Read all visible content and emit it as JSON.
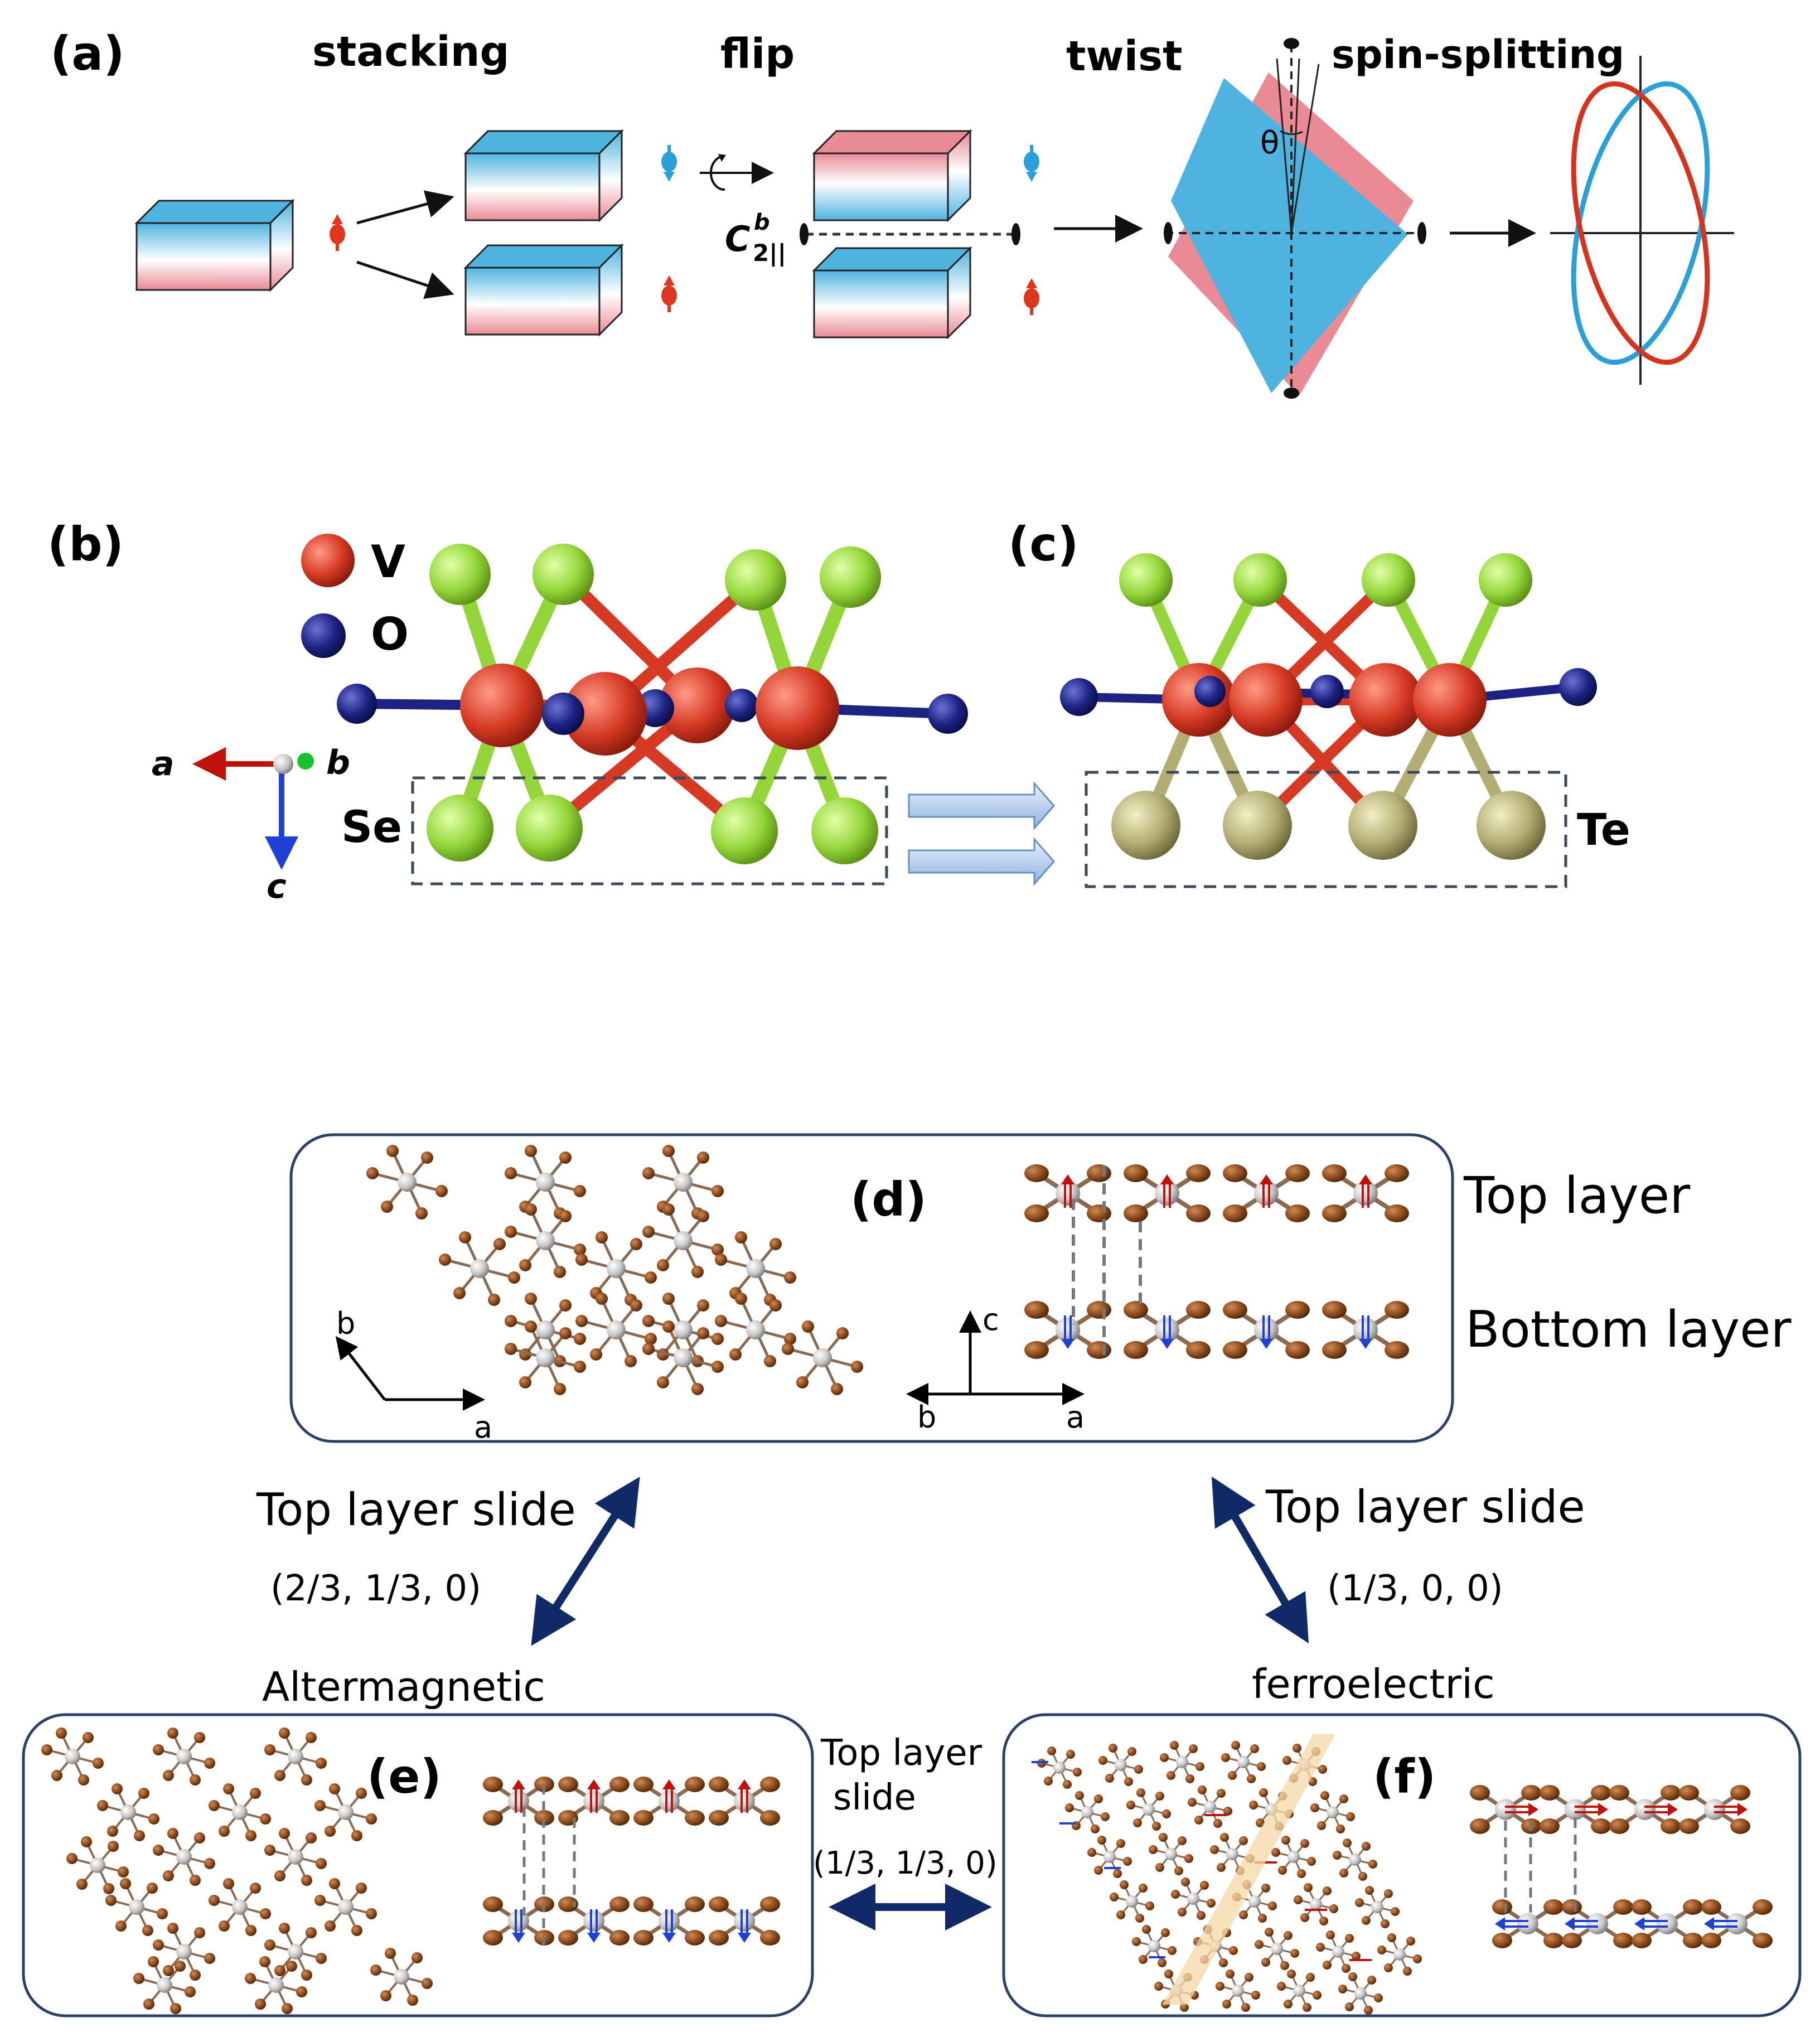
{
  "panel_a": {
    "label": "(a)",
    "step_stacking": "stacking",
    "step_flip": "flip",
    "step_twist": "twist",
    "step_spin": "spin-splitting",
    "op_base": "C",
    "op_sup": "b",
    "op_sub": "2||",
    "angle": "θ"
  },
  "panel_b": {
    "label": "(b)",
    "legend_v": "V",
    "legend_o": "O",
    "axis_a": "a",
    "axis_b": "b",
    "axis_c": "c",
    "element_se": "Se"
  },
  "panel_c": {
    "label": "(c)",
    "element_te": "Te"
  },
  "panel_d": {
    "label": "(d)",
    "top_layer": "Top layer",
    "bottom_layer": "Bottom layer",
    "axis_a": "a",
    "axis_b": "b",
    "axis_c": "c",
    "side_axis_b": "b",
    "side_axis_a": "a"
  },
  "transitions": {
    "left_title": "Top layer slide",
    "left_vector": "(2/3, 1/3, 0)",
    "right_title": "Top layer slide",
    "right_vector": "(1/3, 0, 0)",
    "bottom_line1": "Top layer",
    "bottom_line2": "slide",
    "bottom_vector": "(1/3, 1/3, 0)"
  },
  "panel_e": {
    "label": "(e)",
    "caption": "Altermagnetic"
  },
  "panel_f": {
    "label": "(f)",
    "caption": "ferroelectric"
  },
  "colors": {
    "blue_slab": "#4fb3e0",
    "pink": "#e98a95",
    "spin_up": "#e0361f",
    "spin_down": "#2aa0d8",
    "v_atom": "#d63a24",
    "o_atom": "#1c2382",
    "se_atom": "#94d63a",
    "te_atom": "#b3ad73",
    "brown_atom": "#8b4a1c",
    "grey_atom": "#c8c8c8",
    "navy_arrow": "#0f2a66"
  }
}
